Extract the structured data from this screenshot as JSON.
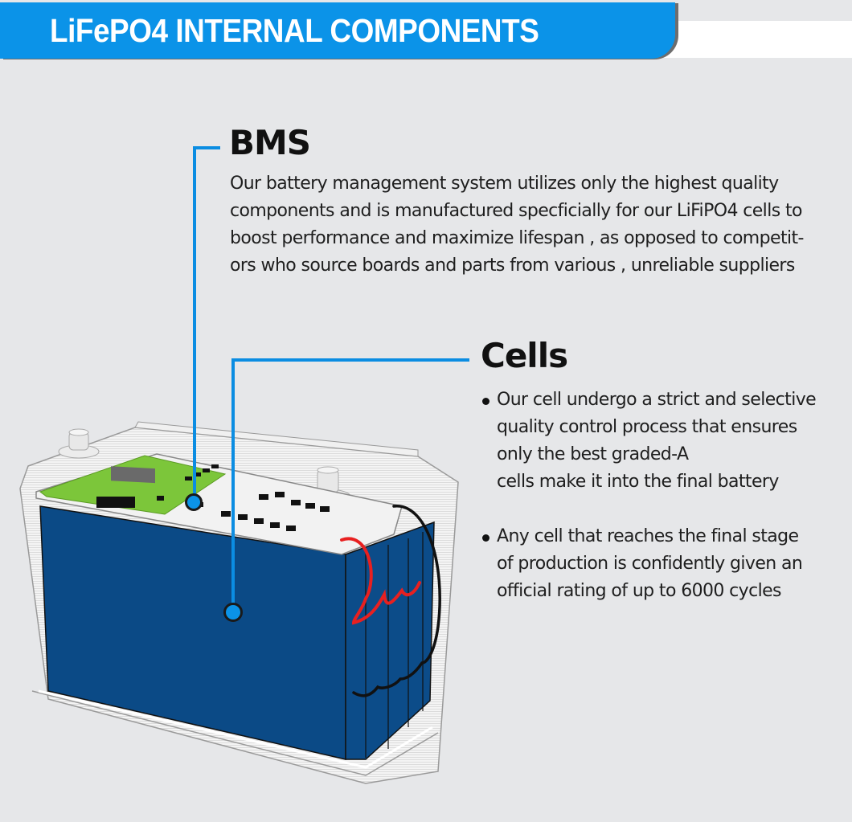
{
  "header": {
    "title": "LiFePO4 INTERNAL COMPONENTS"
  },
  "colors": {
    "accent_blue": "#0b93e8",
    "cell_blue": "#0b4a86",
    "pcb_green": "#7cc63a",
    "wire_red": "#e82020",
    "background": "#e6e7e9"
  },
  "bms": {
    "heading": "BMS",
    "lines": [
      "Our battery management system utilizes only the highest quality",
      "components and is manufactured specficially for our LiFiPO4 cells to",
      "boost performance and maximize lifespan , as opposed to competit-",
      "ors who source boards and parts from various , unreliable suppliers"
    ]
  },
  "cells": {
    "heading": "Cells",
    "bullets": [
      {
        "lines": [
          "Our cell undergo a strict and selective",
          "quality control process that ensures",
          "only the best graded-A",
          "cells make it into the final battery"
        ]
      },
      {
        "lines": [
          "Any cell that reaches the final stage",
          "of production is confidently given an",
          "official rating of up to 6000 cycles"
        ]
      }
    ]
  },
  "illustration": {
    "subject": "battery-cutaway",
    "callouts": [
      "bms-marker",
      "cells-marker"
    ]
  }
}
